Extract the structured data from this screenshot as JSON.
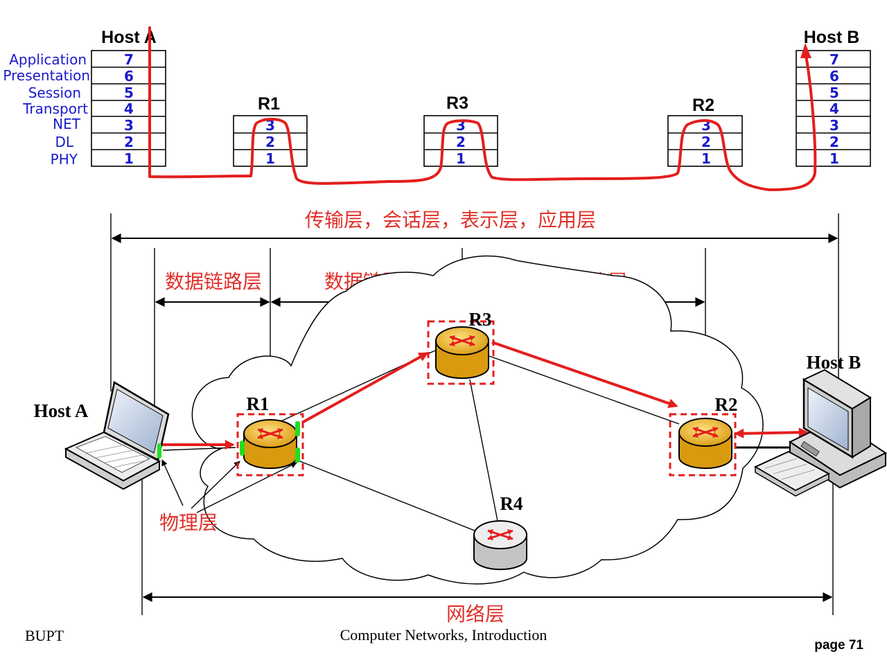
{
  "stacks": {
    "hostA": {
      "label": "Host A",
      "layers": [
        "7",
        "6",
        "5",
        "4",
        "3",
        "2",
        "1"
      ]
    },
    "r1": {
      "label": "R1",
      "layers": [
        "3",
        "2",
        "1"
      ]
    },
    "r3": {
      "label": "R3",
      "layers": [
        "3",
        "2",
        "1"
      ]
    },
    "r2": {
      "label": "R2",
      "layers": [
        "3",
        "2",
        "1"
      ]
    },
    "hostB": {
      "label": "Host B",
      "layers": [
        "7",
        "6",
        "5",
        "4",
        "3",
        "2",
        "1"
      ]
    }
  },
  "layer_names": [
    "Application",
    "Presentation",
    "Session",
    "Transport",
    "NET",
    "DL",
    "PHY"
  ],
  "spans": {
    "upper_layers": "传输层，会话层，表示层，应用层",
    "datalink_1": "数据链路层",
    "datalink_2": "数据链路层",
    "datalink_3": "数据链路层",
    "network": "网络层",
    "physical": "物理层"
  },
  "network": {
    "host_a": "Host A",
    "host_b": "Host B",
    "r1": "R1",
    "r2": "R2",
    "r3": "R3",
    "r4": "R4"
  },
  "footer": {
    "left": "BUPT",
    "center": "Computer Networks, Introduction",
    "page": "page 71"
  },
  "colors": {
    "accent_red": "#e41e1e",
    "layer_blue": "#1a1acc",
    "router_gold": "#f2b21b",
    "router_gray": "#d7d7d7",
    "interface_green": "#22dd22"
  }
}
